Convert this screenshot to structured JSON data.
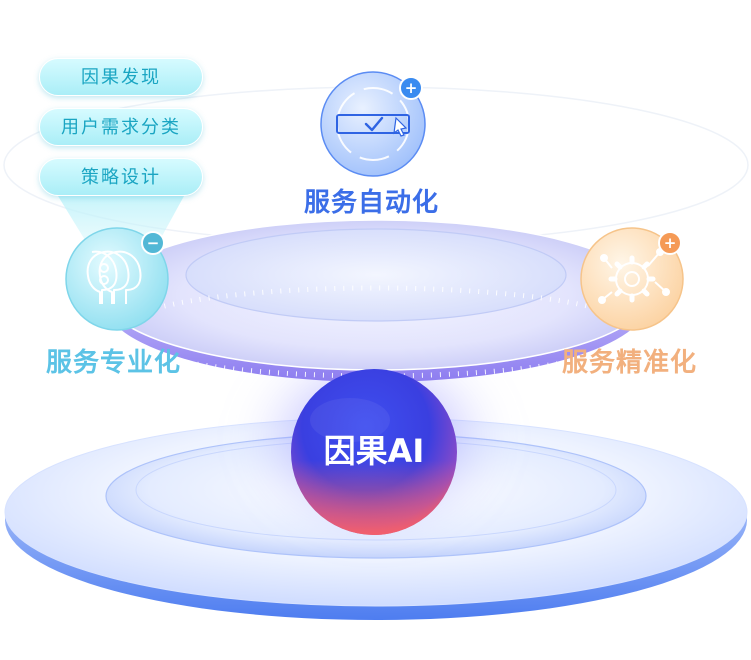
{
  "feature_pills": [
    {
      "label": "因果发现"
    },
    {
      "label": "用户需求分类"
    },
    {
      "label": "策略设计"
    }
  ],
  "services": {
    "automation": {
      "label": "服务自动化",
      "badge": "+"
    },
    "professional": {
      "label": "服务专业化",
      "badge": "−"
    },
    "precision": {
      "label": "服务精准化",
      "badge": "+"
    }
  },
  "core": {
    "title": "因果AI"
  },
  "icons": {
    "automation": "checkbox-cursor-icon",
    "professional": "ai-heads-icon",
    "precision": "gear-network-icon"
  },
  "colors": {
    "primary_blue": "#3b6ee8",
    "cyan": "#5cc3e6",
    "orange": "#f2b07e",
    "core_blue": "#3a43e6",
    "core_red": "#f05a6a"
  }
}
